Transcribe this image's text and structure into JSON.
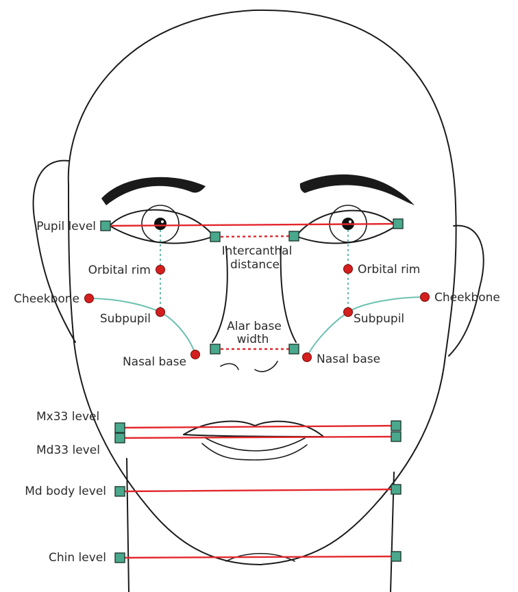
{
  "colors": {
    "outline": "#1a1a1a",
    "line_red": "#e3262b",
    "guide_teal": "#5fb8aa",
    "square_marker": "#4aa88c",
    "point_marker": "#d41f1f"
  },
  "labels": {
    "pupil_level": "Pupil level",
    "intercanthal_1": "Intercanthal",
    "intercanthal_2": "distance",
    "orbital_rim_right": "Orbital rim",
    "orbital_rim_left": "Orbital rim",
    "cheekbone_right": "Cheekbone",
    "cheekbone_left": "Cheekbone",
    "subpupil_right": "Subpupil",
    "subpupil_left": "Subpupil",
    "alar_1": "Alar base",
    "alar_2": "width",
    "nasal_base_right": "Nasal base",
    "nasal_base_left": "Nasal base",
    "mx33_level": "Mx33 level",
    "md33_level": "Md33 level",
    "md_body_level": "Md body level",
    "chin_level": "Chin level"
  },
  "icons": {
    "square": "landmark-square-icon",
    "dot": "landmark-dot-icon"
  }
}
